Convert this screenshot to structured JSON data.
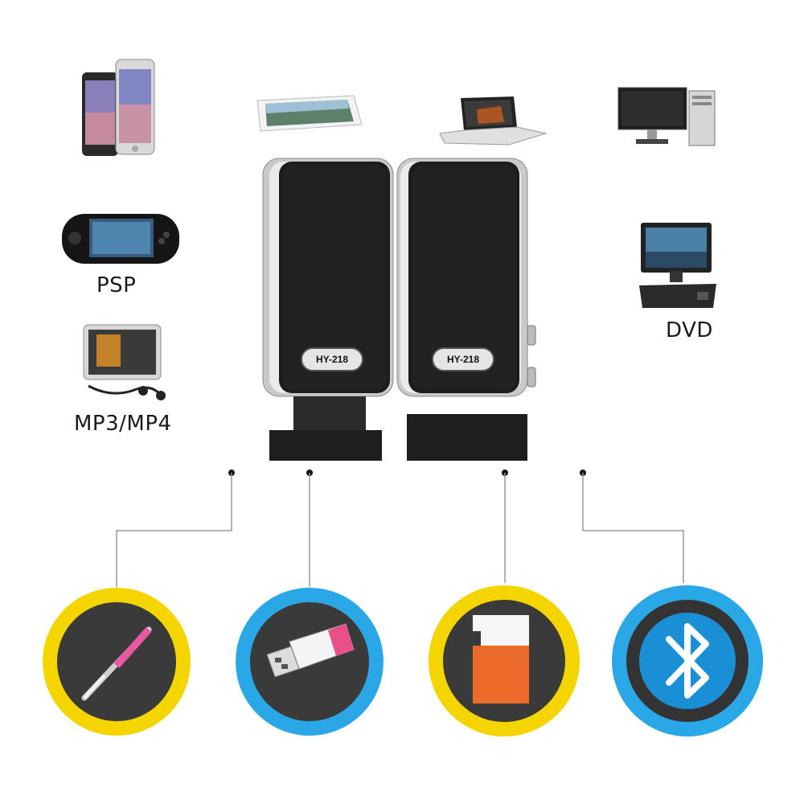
{
  "devices": {
    "psp_label": "PSP",
    "mp3_label": "MP3/MP4",
    "dvd_label": "DVD"
  },
  "speakers": {
    "left_model": "HY-218",
    "right_model": "HY-218"
  },
  "features": [
    {
      "name": "audio-jack",
      "ring_color": "#f5d500"
    },
    {
      "name": "usb-plug",
      "ring_color": "#2aa7e6"
    },
    {
      "name": "micro-sd-card",
      "ring_color": "#f5d500"
    },
    {
      "name": "bluetooth",
      "ring_color": "#2aa7e6"
    }
  ],
  "colors": {
    "yellow_ring": "#f5d500",
    "blue_ring": "#2aa7e6",
    "speaker_grille": "#1c1c1c",
    "speaker_frame": "#c8c8c8"
  }
}
